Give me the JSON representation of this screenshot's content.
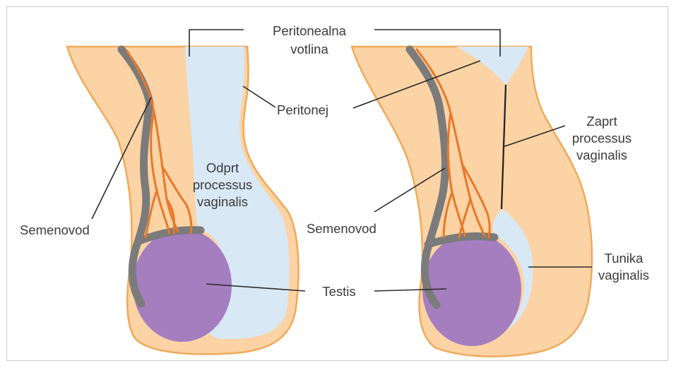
{
  "labels": {
    "peritoneal_cavity_line1": "Peritonealna",
    "peritoneal_cavity_line2": "votlina",
    "peritoneum": "Peritonej",
    "open_pv_line1": "Odprt",
    "open_pv_line2": "processus",
    "open_pv_line3": "vaginalis",
    "closed_pv_line1": "Zaprt",
    "closed_pv_line2": "processus",
    "closed_pv_line3": "vaginalis",
    "vas_left": "Semenovod",
    "vas_right": "Semenovod",
    "testis": "Testis",
    "tunica_line1": "Tunika",
    "tunica_line2": "vaginalis"
  },
  "colors": {
    "tissue": "#fbd3a4",
    "tissue_outline": "#f0a95a",
    "peritoneal_space": "#d9e8f5",
    "testis": "#a57ec0",
    "vas_deferens": "#7b7b7b",
    "vessels": "#e8782a"
  }
}
